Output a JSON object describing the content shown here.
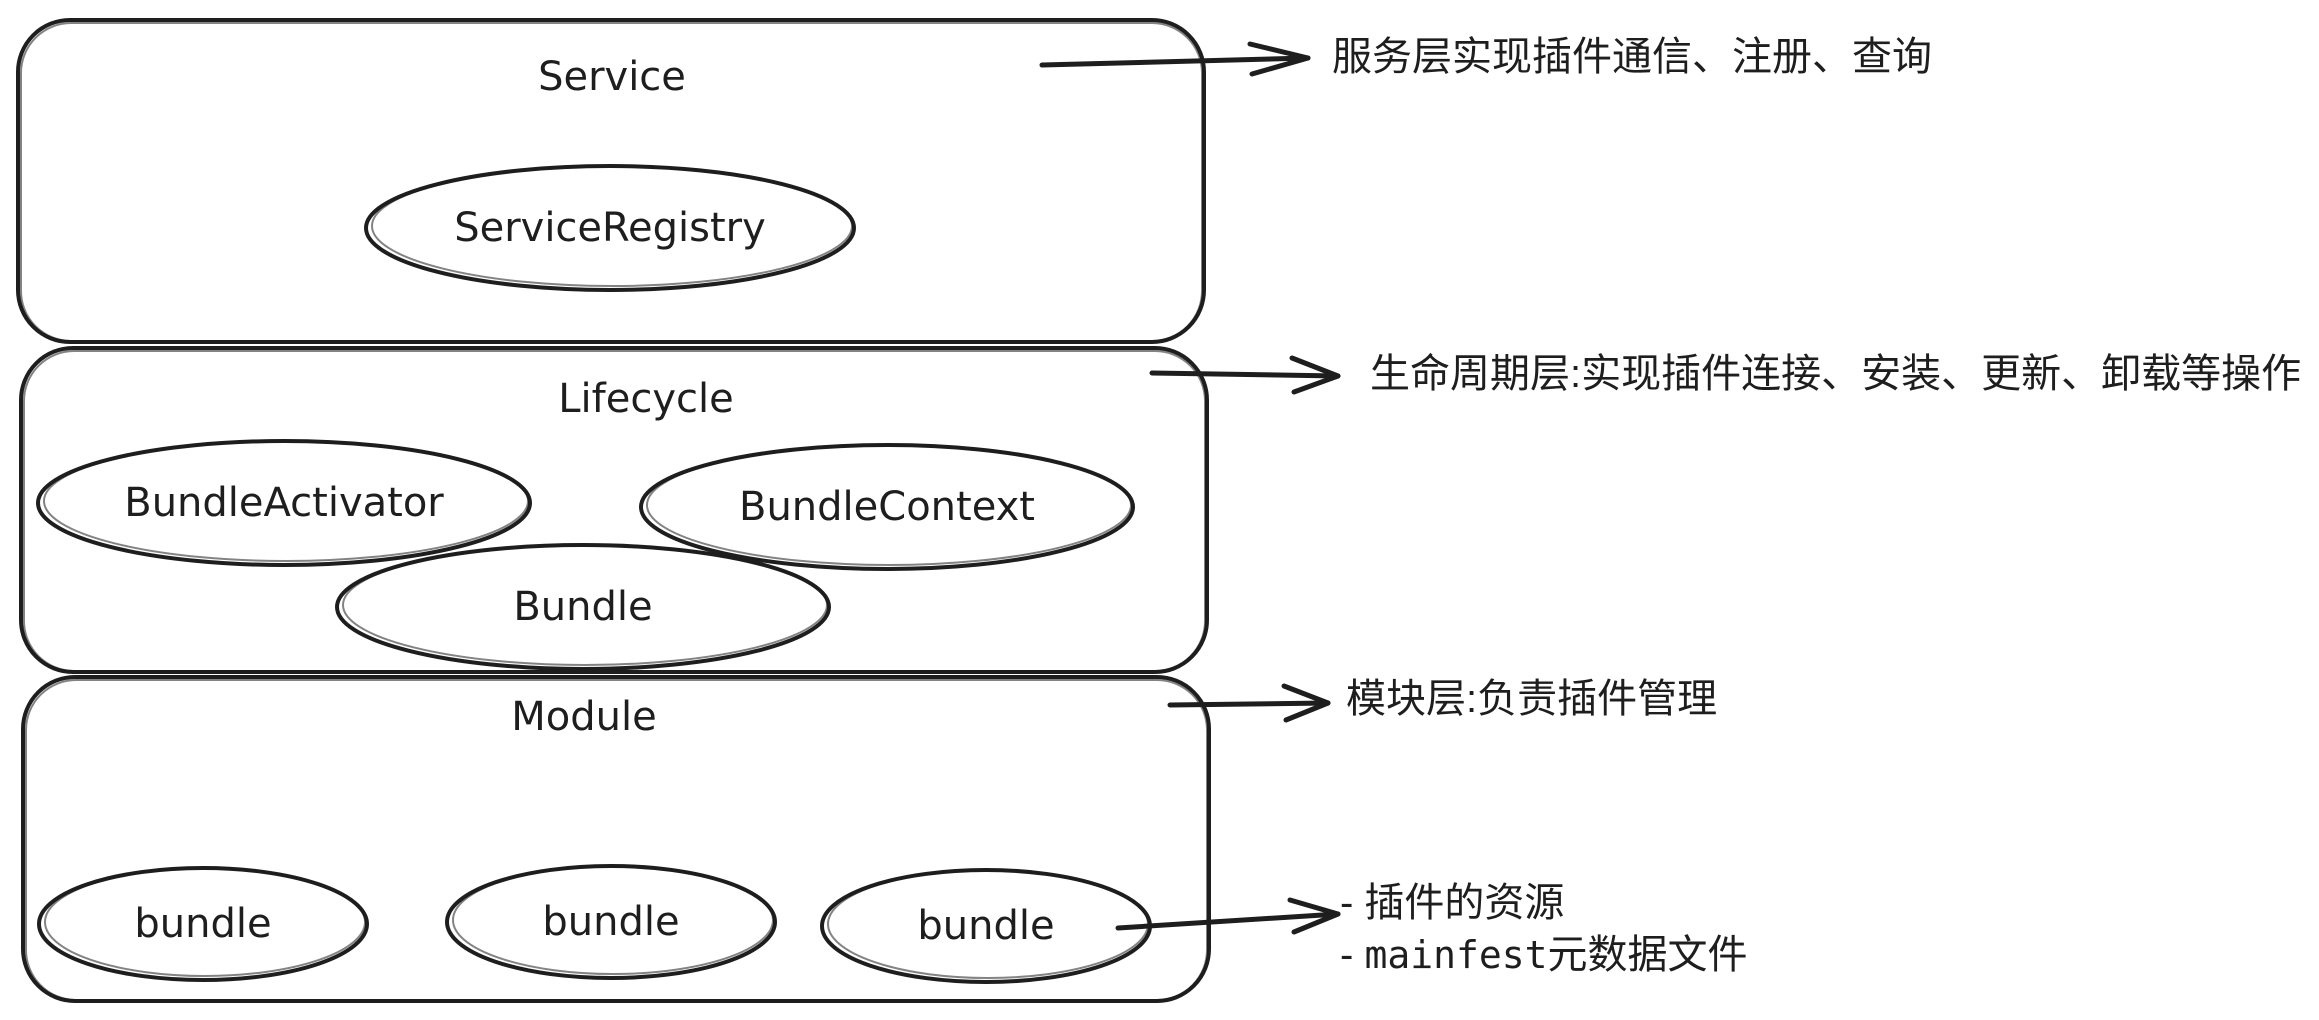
{
  "layers": {
    "service": {
      "title": "Service",
      "components": [
        "ServiceRegistry"
      ],
      "note": "服务层实现插件通信、注册、查询"
    },
    "lifecycle": {
      "title": "Lifecycle",
      "components": [
        "BundleActivator",
        "BundleContext",
        "Bundle"
      ],
      "note": "生命周期层:实现插件连接、安装、更新、卸载等操作"
    },
    "module": {
      "title": "Module",
      "components": [
        "bundle",
        "bundle",
        "bundle"
      ],
      "note": "模块层:负责插件管理"
    }
  },
  "bundle_note": {
    "line1": "- 插件的资源",
    "line2_prefix": "- ",
    "line2_code": "mainfest",
    "line2_suffix": "元数据文件"
  }
}
